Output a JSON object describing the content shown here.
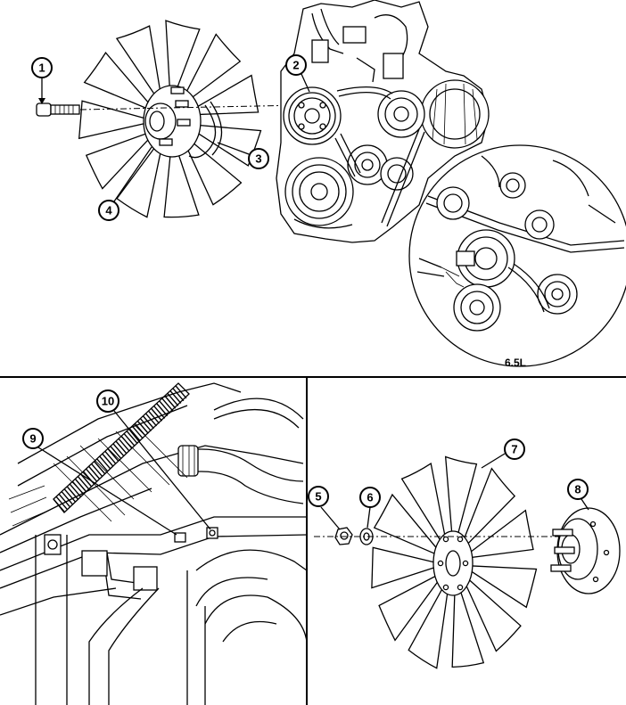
{
  "callouts": {
    "c1": "1",
    "c2": "2",
    "c3": "3",
    "c4": "4",
    "c5": "5",
    "c6": "6",
    "c7": "7",
    "c8": "8",
    "c9": "9",
    "c10": "10"
  },
  "engine_label": "6.5L"
}
